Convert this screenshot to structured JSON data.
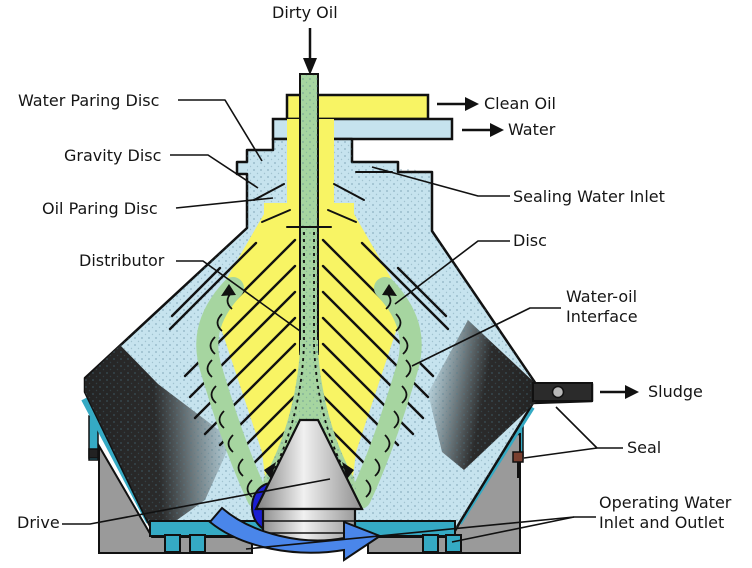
{
  "title": "Centrifugal oil separator cross-section diagram",
  "labels": {
    "dirty_oil": "Dirty Oil",
    "water_paring_disc": "Water Paring Disc",
    "gravity_disc": "Gravity Disc",
    "oil_paring_disc": "Oil Paring Disc",
    "distributor": "Distributor",
    "drive": "Drive",
    "clean_oil": "Clean Oil",
    "water": "Water",
    "sealing_water_inlet": "Sealing Water Inlet",
    "disc": "Disc",
    "water_oil_interface_1": "Water-oil",
    "water_oil_interface_2": "Interface",
    "sludge": "Sludge",
    "seal": "Seal",
    "operating_water_1": "Operating Water",
    "operating_water_2": "Inlet and Outlet"
  },
  "colors": {
    "oil_yellow": "#f8f464",
    "water_blue": "#c6e3ee",
    "feed_green": "#a6d5a0",
    "sludge_dark": "#2b2b2b",
    "housing_gray": "#9a9a9a",
    "lining_cyan": "#35aac4",
    "rotation_arrow_blue": "#4a86ea",
    "rotation_arrow_dark_blue": "#1a1ed2",
    "seal_brown": "#7a4030",
    "outline_black": "#111111"
  }
}
